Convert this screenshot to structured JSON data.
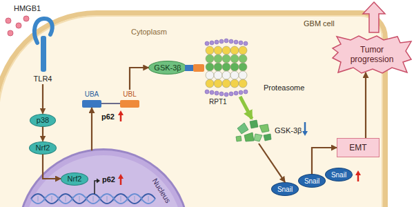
{
  "diagram": {
    "nodes": [
      {
        "text": [
          "GBM cell"
        ]
      },
      {
        "text": [
          "TLR4"
        ],
        "in": 0
      },
      {
        "text": [
          "p38"
        ],
        "in": 0
      },
      {
        "text": [
          "Nrf2"
        ],
        "in": 0
      },
      {
        "text": [
          "Nucleus"
        ],
        "in": 0
      },
      {
        "text": [
          "Nrf2"
        ],
        "in": 4
      },
      {
        "text": [
          "UBA"
        ],
        "in": 0
      },
      {
        "text": [
          "UBL"
        ],
        "in": 0
      },
      {
        "text": [
          "GSK-3β"
        ],
        "in": 0
      },
      {
        "text": [
          "Proteasome"
        ],
        "in": 0
      },
      {
        "text": [
          "GSK-3β"
        ],
        "in": 0
      },
      {
        "text": [
          "Snail"
        ],
        "in": 0
      },
      {
        "text": [
          "Snail"
        ],
        "in": 0
      },
      {
        "text": [
          "Snail"
        ],
        "in": 0
      },
      {
        "text": [
          "EMT"
        ],
        "in": 0
      },
      {
        "text": [
          "Tumor progression"
        ]
      }
    ],
    "edges": [
      {
        "from": 1,
        "to": 2,
        "arrow": "to"
      },
      {
        "from": 2,
        "to": 3,
        "arrow": "to"
      },
      {
        "from": 3,
        "to": 5,
        "arrow": "to"
      },
      {
        "from": 4,
        "to": 6,
        "arrow": "to"
      },
      {
        "from": 7,
        "to": 8,
        "arrow": "to"
      },
      {
        "from": 8,
        "to": 9,
        "arrow": "none"
      },
      {
        "from": 9,
        "to": 10,
        "arrow": "to"
      },
      {
        "from": 10,
        "to": 11,
        "arrow": "to"
      },
      {
        "from": 12,
        "to": 14,
        "arrow": "to"
      },
      {
        "from": 14,
        "to": 15,
        "arrow": "to"
      }
    ],
    "labels": [
      "HMGB1",
      "Cytoplasm",
      "RPT1",
      "p62",
      "p62"
    ]
  }
}
